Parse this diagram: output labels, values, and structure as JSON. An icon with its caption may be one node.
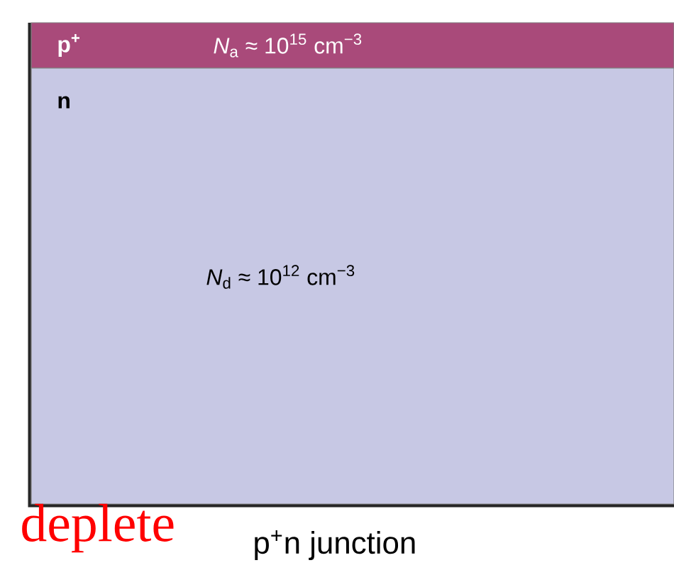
{
  "diagram": {
    "caption": "p$^{+}$n junction",
    "nodes": [
      {
        "text": [
          "p$^{+}$",
          "*N*$_{a}$ ≈ 10$^{15}$ cm$^{−3}$"
        ]
      },
      {
        "text": [
          "n",
          "*N*$_{d}$ ≈ 10$^{12}$ cm$^{−3}$"
        ]
      }
    ],
    "labels": [
      "deplete"
    ]
  }
}
